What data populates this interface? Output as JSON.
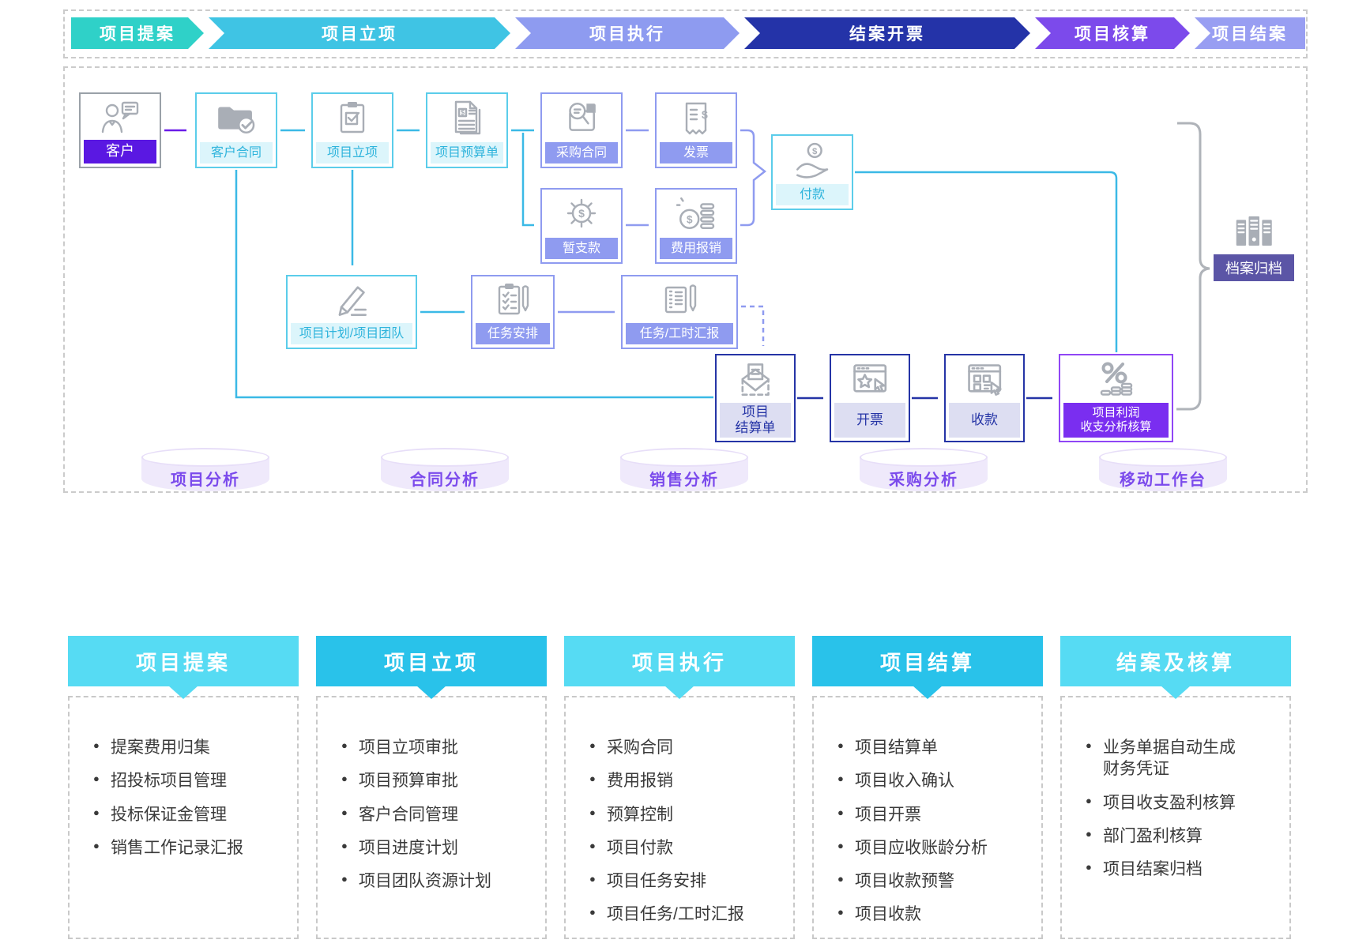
{
  "stages": [
    {
      "label": "项目提案",
      "color": "#2FD1C8"
    },
    {
      "label": "项目立项",
      "color": "#3FC4E4"
    },
    {
      "label": "项目执行",
      "color": "#8E9BF0"
    },
    {
      "label": "结案开票",
      "color": "#2433A8"
    },
    {
      "label": "项目核算",
      "color": "#7C4AEB"
    },
    {
      "label": "项目结案",
      "color": "#989EF2"
    }
  ],
  "flow": {
    "nodes": [
      {
        "id": "customer",
        "label": "客户",
        "icon": "person-chat-icon",
        "style": "customer"
      },
      {
        "id": "customer-contract",
        "label": "客户合同",
        "icon": "folder-check-icon",
        "style": "cyan"
      },
      {
        "id": "project-initiation",
        "label": "项目立项",
        "icon": "clipboard-check-icon",
        "style": "cyan"
      },
      {
        "id": "project-budget",
        "label": "项目预算单",
        "icon": "budget-doc-icon",
        "style": "cyan"
      },
      {
        "id": "purchase-contract",
        "label": "采购合同",
        "icon": "search-folder-icon",
        "style": "peri"
      },
      {
        "id": "invoice",
        "label": "发票",
        "icon": "receipt-icon",
        "style": "peri"
      },
      {
        "id": "payment",
        "label": "付款",
        "icon": "hand-coin-icon",
        "style": "cyan"
      },
      {
        "id": "advance",
        "label": "暂支款",
        "icon": "gear-dollar-icon",
        "style": "peri"
      },
      {
        "id": "expense",
        "label": "费用报销",
        "icon": "coins-icon",
        "style": "peri"
      },
      {
        "id": "plan-team",
        "label": "项目计划/项目团队",
        "icon": "pencil-icon",
        "style": "cyan"
      },
      {
        "id": "task-arrange",
        "label": "任务安排",
        "icon": "checklist-pen-icon",
        "style": "peri"
      },
      {
        "id": "task-report",
        "label": "任务/工时汇报",
        "icon": "notebook-pen-icon",
        "style": "peri"
      },
      {
        "id": "settlement",
        "lines": [
          "项目",
          "结算单"
        ],
        "icon": "envelope-doc-icon",
        "style": "navy"
      },
      {
        "id": "billing",
        "label": "开票",
        "icon": "browser-star-icon",
        "style": "navy"
      },
      {
        "id": "collection",
        "label": "收款",
        "icon": "browser-calc-icon",
        "style": "navy"
      },
      {
        "id": "profit-analysis",
        "lines": [
          "项目利润",
          "收支分析核算"
        ],
        "icon": "percent-coins-icon",
        "style": "purple"
      },
      {
        "id": "archive",
        "label": "档案归档",
        "icon": "server-rack-icon",
        "style": "archive"
      }
    ]
  },
  "analytics": [
    "项目分析",
    "合同分析",
    "销售分析",
    "采购分析",
    "移动工作台"
  ],
  "columns": [
    {
      "title": "项目提案",
      "tone": "light",
      "items": [
        "提案费用归集",
        "招投标项目管理",
        "投标保证金管理",
        "销售工作记录汇报"
      ]
    },
    {
      "title": "项目立项",
      "tone": "dark",
      "items": [
        "项目立项审批",
        "项目预算审批",
        "客户合同管理",
        "项目进度计划",
        "项目团队资源计划"
      ]
    },
    {
      "title": "项目执行",
      "tone": "light",
      "items": [
        "采购合同",
        "费用报销",
        "预算控制",
        "项目付款",
        "项目任务安排",
        "项目任务/工时汇报"
      ]
    },
    {
      "title": "项目结算",
      "tone": "dark",
      "items": [
        "项目结算单",
        "项目收入确认",
        "项目开票",
        "项目应收账龄分析",
        "项目收款预警",
        "项目收款"
      ]
    },
    {
      "title": "结案及核算",
      "tone": "light",
      "items": [
        "业务单据自动生成\n财务凭证",
        "项目收支盈利核算",
        "部门盈利核算",
        "项目结案归档"
      ]
    }
  ],
  "colors": {
    "line-cyan": "#3BB9E6",
    "line-purple": "#6A1BE8",
    "line-peri": "#8F9BF0",
    "line-navy": "#2534A6",
    "line-gray": "#AFB3B9",
    "header-light": "#56DBF3",
    "header-dark": "#29C2EA",
    "archive-label-bg": "#5B55A6",
    "customer-label-bg": "#5A18E2",
    "cylinder-text": "#7B4AEC"
  }
}
